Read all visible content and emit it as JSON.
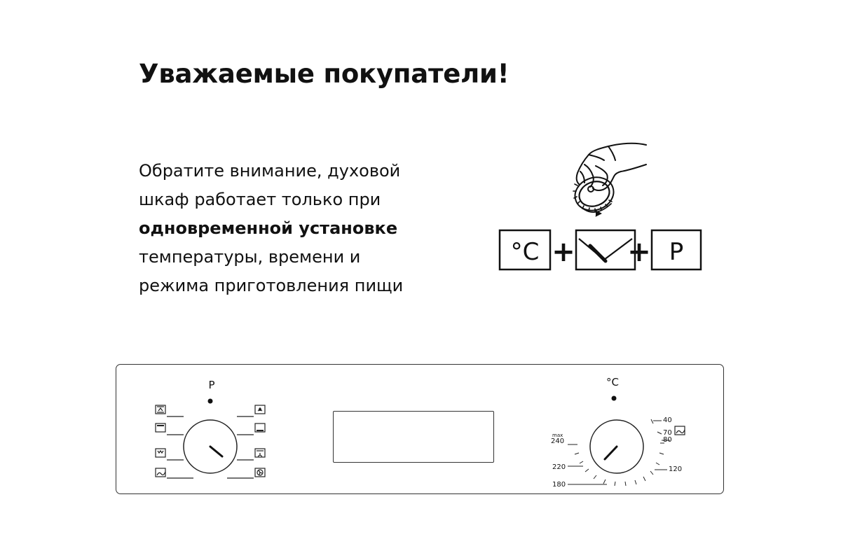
{
  "heading": "Уважаемые покупатели!",
  "body": {
    "line1": "Обратите внимание, духовой",
    "line2": "шкаф работает только при",
    "line3_bold": "одновременной установке",
    "line4": "температуры, времени и",
    "line5": "режима приготовления пищи"
  },
  "equation": {
    "temp_symbol": "°C",
    "plus": "+",
    "program_symbol": "P"
  },
  "panel": {
    "mode_knob_label": "P",
    "temp_knob_label": "°C",
    "temp_scale": {
      "max": "max",
      "t240": "240",
      "t220": "220",
      "t180": "180",
      "t40": "40",
      "t70": "70",
      "t80": "80",
      "t120": "120"
    }
  }
}
